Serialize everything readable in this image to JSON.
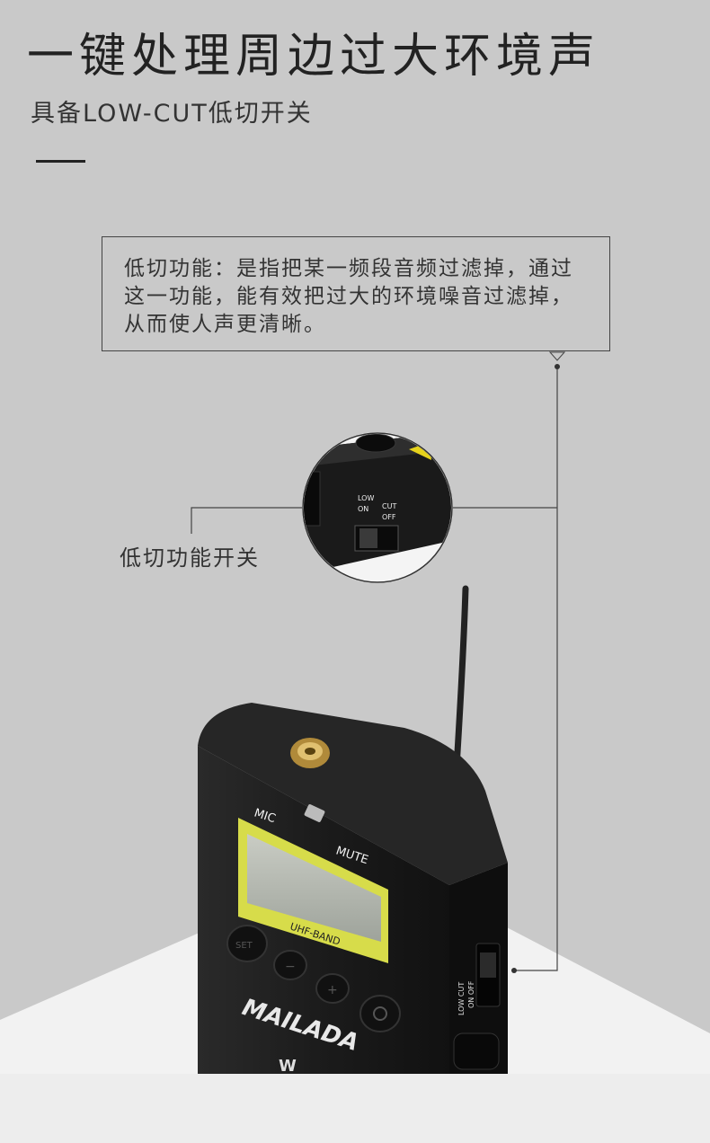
{
  "title": "一键处理周边过大环境声",
  "subtitle": "具备LOW-CUT低切开关",
  "callout_text": "低切功能：是指把某一频段音频过滤掉，通过这一功能，能有效把过大的环境噪音过滤掉，从而使人声更清晰。",
  "switch_caption": "低切功能开关",
  "device": {
    "mic_label": "MIC",
    "mute_label": "MUTE",
    "band_label": "UHF-BAND",
    "set_label": "SET",
    "minus_label": "−",
    "plus_label": "+",
    "brand": "MAILADA",
    "model_partial": "W",
    "side_switch_label_1": "LOW CUT",
    "side_switch_label_2": "ON OFF"
  },
  "zoom": {
    "label_low": "LOW",
    "label_cut": "CUT",
    "label_on": "ON",
    "label_off": "OFF"
  },
  "colors": {
    "background": "#c9c9c9",
    "device_body": "#1c1c1c",
    "lcd": "#d7dc4a",
    "brass": "#c8a24a"
  }
}
